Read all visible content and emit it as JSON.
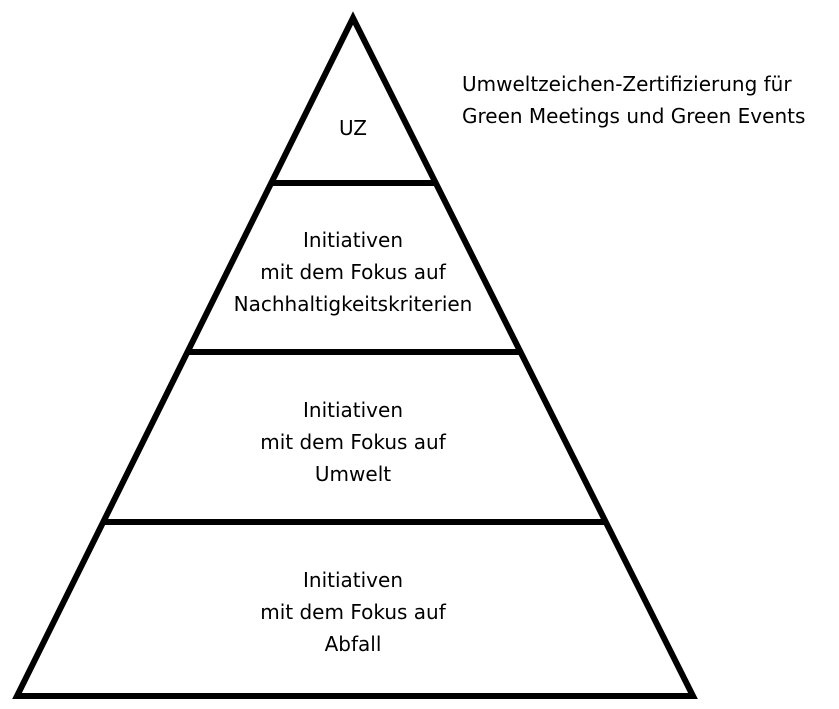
{
  "annotation": {
    "line1": "Umweltzeichen-Zertifizierung für",
    "line2": "Green Meetings und Green Events"
  },
  "levels": [
    {
      "lines": [
        "UZ"
      ]
    },
    {
      "lines": [
        "Initiativen",
        "mit dem Fokus auf",
        "Nachhaltigkeitskriterien"
      ]
    },
    {
      "lines": [
        "Initiativen",
        "mit dem Fokus auf",
        "Umwelt"
      ]
    },
    {
      "lines": [
        "Initiativen",
        "mit dem Fokus auf",
        "Abfall"
      ]
    }
  ],
  "colors": {
    "stroke": "#000000",
    "fill": "#ffffff",
    "text": "#000000"
  }
}
